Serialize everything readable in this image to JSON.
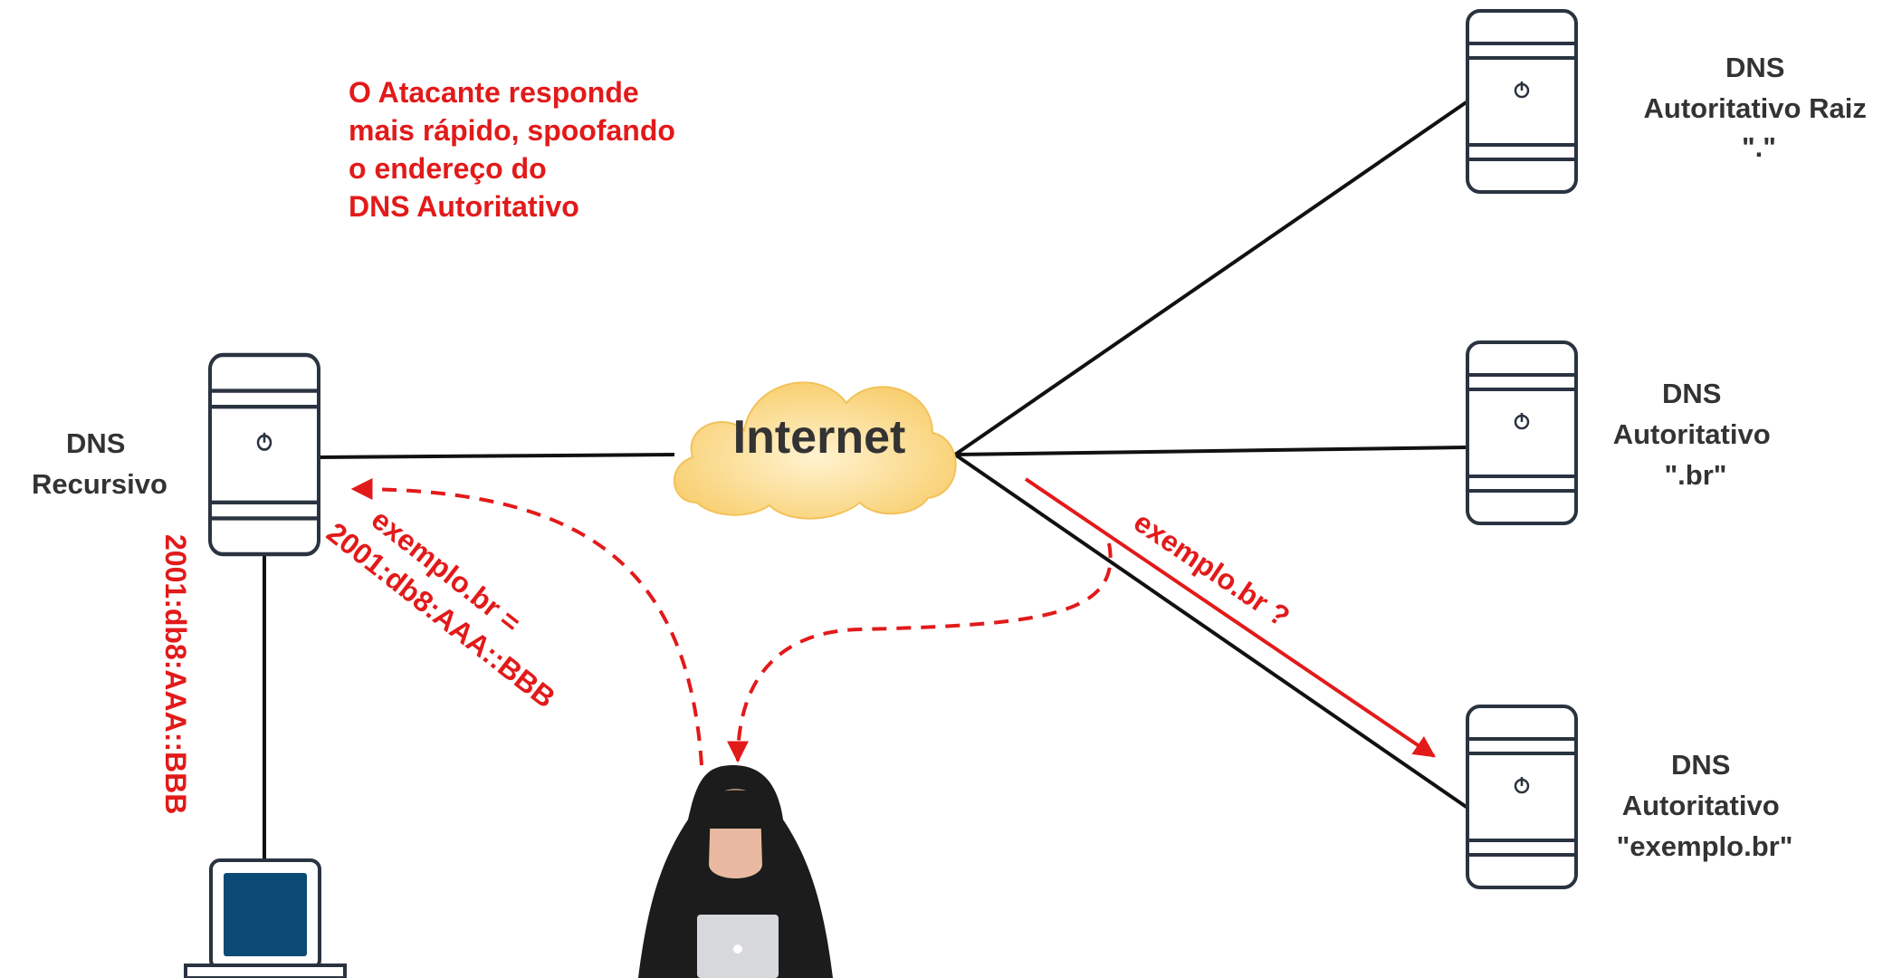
{
  "attacker_note": {
    "lines": [
      "O Atacante responde",
      "mais rápido, spoofando",
      "o endereço do",
      "DNS Autoritativo"
    ]
  },
  "cloud": {
    "label": "Internet"
  },
  "recursive": {
    "line1": "DNS",
    "line2": "Recursivo"
  },
  "root": {
    "line1": "DNS",
    "line2": "Autoritativo Raiz",
    "line3": "\".\""
  },
  "br": {
    "line1": "DNS",
    "line2": "Autoritativo",
    "line3": "\".br\""
  },
  "exemplo": {
    "line1": "DNS",
    "line2": "Autoritativo",
    "line3": "\"exemplo.br\""
  },
  "query_label": "exemplo.br ?",
  "spoof_label": {
    "line1": "exemplo.br =",
    "line2": "2001:db8:AAA::BBB"
  },
  "vertical_label": "2001:db8:AAA::BBB",
  "colors": {
    "line": "#111111",
    "server": "#2a3340",
    "attack": "#e21a1a",
    "cloud": "#fcd57f",
    "laptop_screen": "#0b4a74"
  }
}
